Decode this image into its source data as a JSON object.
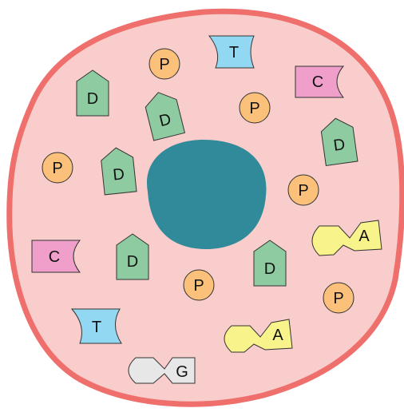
{
  "labels": {
    "phosphate": "P",
    "deoxyribose": "D",
    "thymine": "T",
    "cytosine": "C",
    "adenine": "A",
    "guanine": "G"
  },
  "colors": {
    "cell_fill": "#f9cdcb",
    "cell_outline": "#ee6f6c",
    "nucleus": "#318a99",
    "phosphate": "#fbc07a",
    "deoxyribose": "#8fcba0",
    "thymine": "#93d8f2",
    "cytosine": "#ef9fca",
    "adenine": "#f8f48b",
    "guanine": "#e7e7e8",
    "stroke": "#333333"
  }
}
